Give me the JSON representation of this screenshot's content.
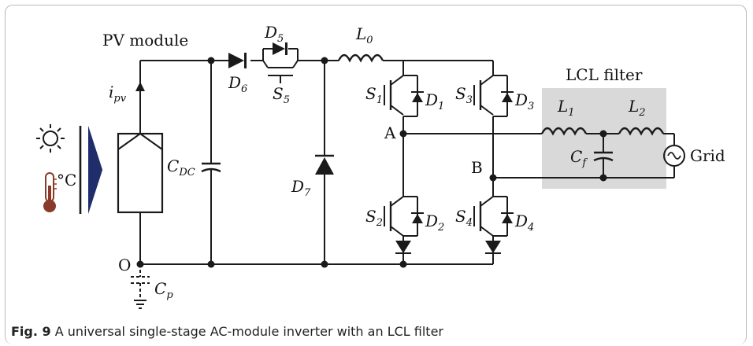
{
  "figure": {
    "caption_number": "Fig. 9",
    "caption_text": "A universal single-stage AC-module inverter with an LCL filter"
  },
  "labels": {
    "pv_module": "PV module",
    "i_pv_main": "i",
    "i_pv_sub": "pv",
    "temp_unit": "°C",
    "c_dc_main": "C",
    "c_dc_sub": "DC",
    "d5_main": "D",
    "d5_sub": "5",
    "d6_main": "D",
    "d6_sub": "6",
    "s5_main": "S",
    "s5_sub": "5",
    "l0_main": "L",
    "l0_sub": "0",
    "d7_main": "D",
    "d7_sub": "7",
    "s1_main": "S",
    "s1_sub": "1",
    "d1_main": "D",
    "d1_sub": "1",
    "s2_main": "S",
    "s2_sub": "2",
    "d2_main": "D",
    "d2_sub": "2",
    "s3_main": "S",
    "s3_sub": "3",
    "d3_main": "D",
    "d3_sub": "3",
    "s4_main": "S",
    "s4_sub": "4",
    "d4_main": "D",
    "d4_sub": "4",
    "node_a": "A",
    "node_b": "B",
    "node_o": "O",
    "lcl_filter": "LCL filter",
    "l1_main": "L",
    "l1_sub": "1",
    "l2_main": "L",
    "l2_sub": "2",
    "cf_main": "C",
    "cf_sub": "f",
    "grid": "Grid",
    "cp_main": "C",
    "cp_sub": "p"
  },
  "colors": {
    "wire": "#1a1a1a",
    "lcl_box": "#d9d9d9",
    "arrow_navy": "#1f2d6b",
    "thermometer": "#8a3a2a"
  }
}
